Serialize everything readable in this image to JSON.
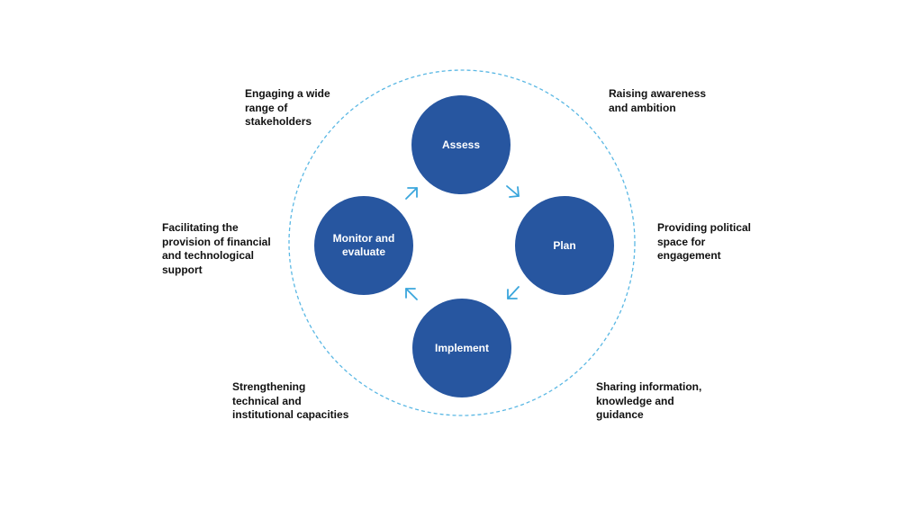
{
  "colors": {
    "node_fill": "#2756a0",
    "arrow": "#3aa6dc",
    "dashed_ring": "#5bb8e4",
    "text": "#111111"
  },
  "steps": [
    {
      "id": "assess",
      "label": "Assess"
    },
    {
      "id": "plan",
      "label": "Plan"
    },
    {
      "id": "implement",
      "label": "Implement"
    },
    {
      "id": "monitor",
      "label": "Monitor and\nevaluate"
    }
  ],
  "annotations": {
    "top_left": "Engaging a wide\nrange of\nstakeholders",
    "top_right": "Raising awareness\nand ambition",
    "mid_left": "Facilitating the\nprovision of financial\nand technological\nsupport",
    "mid_right": "Providing political\nspace for\nengagement",
    "bottom_left": "Strengthening\ntechnical and\ninstitutional capacities",
    "bottom_right": "Sharing information,\nknowledge and\nguidance"
  },
  "arrow_icon": "arrow-icon"
}
